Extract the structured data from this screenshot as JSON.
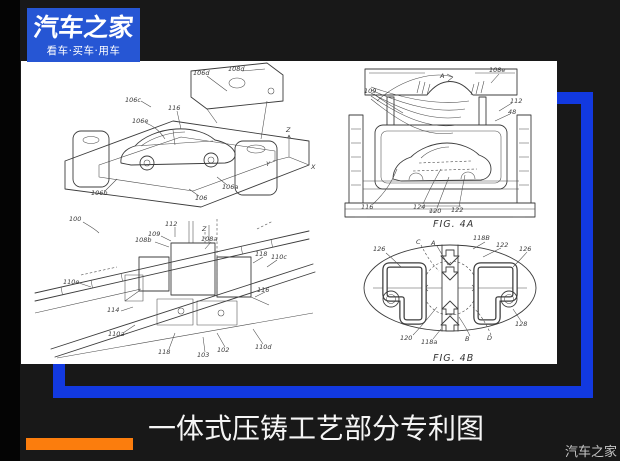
{
  "logo": {
    "title": "汽车之家",
    "subtitle": "看车·买车·用车"
  },
  "caption": {
    "text": "一体式压铸工艺部分专利图"
  },
  "watermark": {
    "text": "汽车之家"
  },
  "colors": {
    "background": "#181818",
    "logo_blue": "#2656d4",
    "frame_blue": "#1239e0",
    "accent_orange": "#fb7d0d",
    "paper_white": "#ffffff"
  },
  "figures": {
    "fig1": {
      "labels": [
        "106d",
        "108d",
        "106c",
        "116",
        "106e",
        "106b",
        "106a",
        "106",
        "Z",
        "Y",
        "X"
      ]
    },
    "fig2": {
      "labels": [
        "100",
        "112",
        "109",
        "108b",
        "Z",
        "108a",
        "118",
        "110c",
        "110e",
        "116",
        "114",
        "110a",
        "118",
        "103",
        "102",
        "110d"
      ]
    },
    "fig3": {
      "caption": "FIG. 4A",
      "labels": [
        "109",
        "A",
        "108e",
        "112",
        "48",
        "116",
        "124",
        "120",
        "122"
      ]
    },
    "fig4": {
      "caption": "FIG. 4B",
      "labels": [
        "126",
        "C",
        "A",
        "118B",
        "122",
        "126",
        "128",
        "120",
        "118a",
        "B",
        "D"
      ]
    }
  }
}
